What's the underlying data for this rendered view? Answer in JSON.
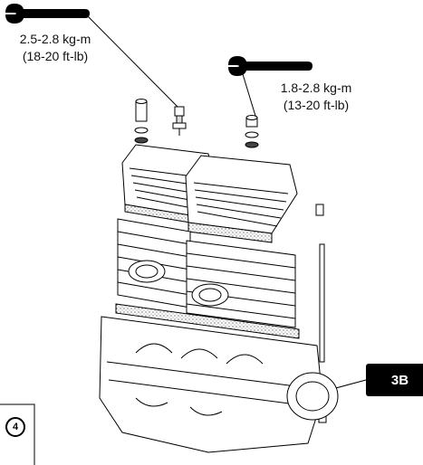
{
  "callouts": {
    "upper_left": {
      "torque_metric": "2.5-2.8 kg-m",
      "torque_imperial": "(18-20 ft-lb)"
    },
    "upper_right": {
      "torque_metric": "1.8-2.8 kg-m",
      "torque_imperial": "(13-20 ft-lb)"
    }
  },
  "tab_label": "3B",
  "step_number": "4",
  "icons": [
    "wrench-icon",
    "wrench-icon"
  ]
}
